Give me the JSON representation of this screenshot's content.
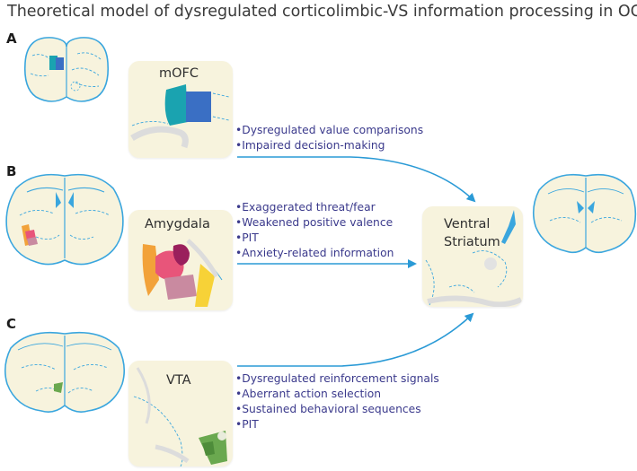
{
  "title": "Theoretical model of dysregulated corticolimbic-VS information processing in OCD",
  "panels": {
    "a": {
      "letter": "A",
      "region": "mOFC",
      "bullets": [
        "•Dysregulated value comparisons",
        "•Impaired decision-making"
      ]
    },
    "b": {
      "letter": "B",
      "region": "Amygdala",
      "bullets": [
        "•Exaggerated threat/fear",
        "•Weakened positive valence",
        "•PIT",
        "•Anxiety-related information"
      ]
    },
    "c": {
      "letter": "C",
      "region": "VTA",
      "bullets": [
        "•Dysregulated reinforcement signals",
        "•Aberrant action selection",
        "•Sustained behavioral sequences",
        "•PIT"
      ]
    }
  },
  "target": {
    "line1": "Ventral",
    "line2": "Striatum"
  },
  "colors": {
    "outline": "#3aa6de",
    "card": "#f7f3dd",
    "arrow": "#2a9ad6",
    "bullet_text": "#3b3a8c",
    "mofc_teal": "#1aa3b0",
    "mofc_blue": "#3a6fc4",
    "amyg_orange": "#f2a23a",
    "amyg_pink": "#e8557a",
    "amyg_purple": "#9a1f5c",
    "amyg_mauve": "#c98aa0",
    "amyg_yellow": "#f7d237",
    "vta_green": "#6aa84f"
  }
}
